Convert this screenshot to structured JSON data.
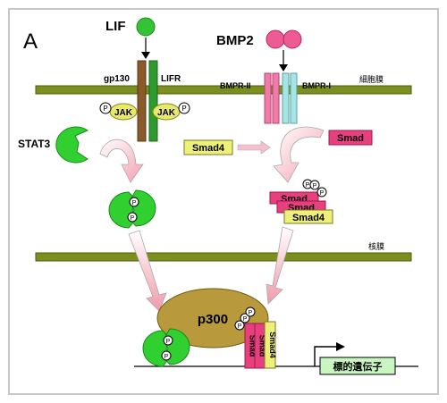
{
  "panel_letter": "A",
  "ligands": {
    "lif": "LIF",
    "bmp2": "BMP2"
  },
  "receptors": {
    "gp130": "gp130",
    "lifr": "LIFR",
    "bmpr2": "BMPR-II",
    "bmpr1": "BMPR-I"
  },
  "membranes": {
    "cell_membrane": "細胞膜",
    "nuclear_membrane": "核膜"
  },
  "proteins": {
    "jak_left": "JAK",
    "jak_right": "JAK",
    "stat3": "STAT3",
    "smad4": "Smad4",
    "smad": "Smad",
    "p300": "p300"
  },
  "phospho": "P",
  "target_gene": "標的遺伝子",
  "colors": {
    "membrane": "#7a8f1e",
    "lif": "#35c235",
    "bmp2": "#ee5a93",
    "stat3": "#2fd02f",
    "jak": "#e8e86a",
    "smad": "#e8407f",
    "smad4": "#eef07a",
    "p300": "#b89a3c",
    "arrow": "#f4a8b6",
    "gene": "#c9f5c0"
  }
}
